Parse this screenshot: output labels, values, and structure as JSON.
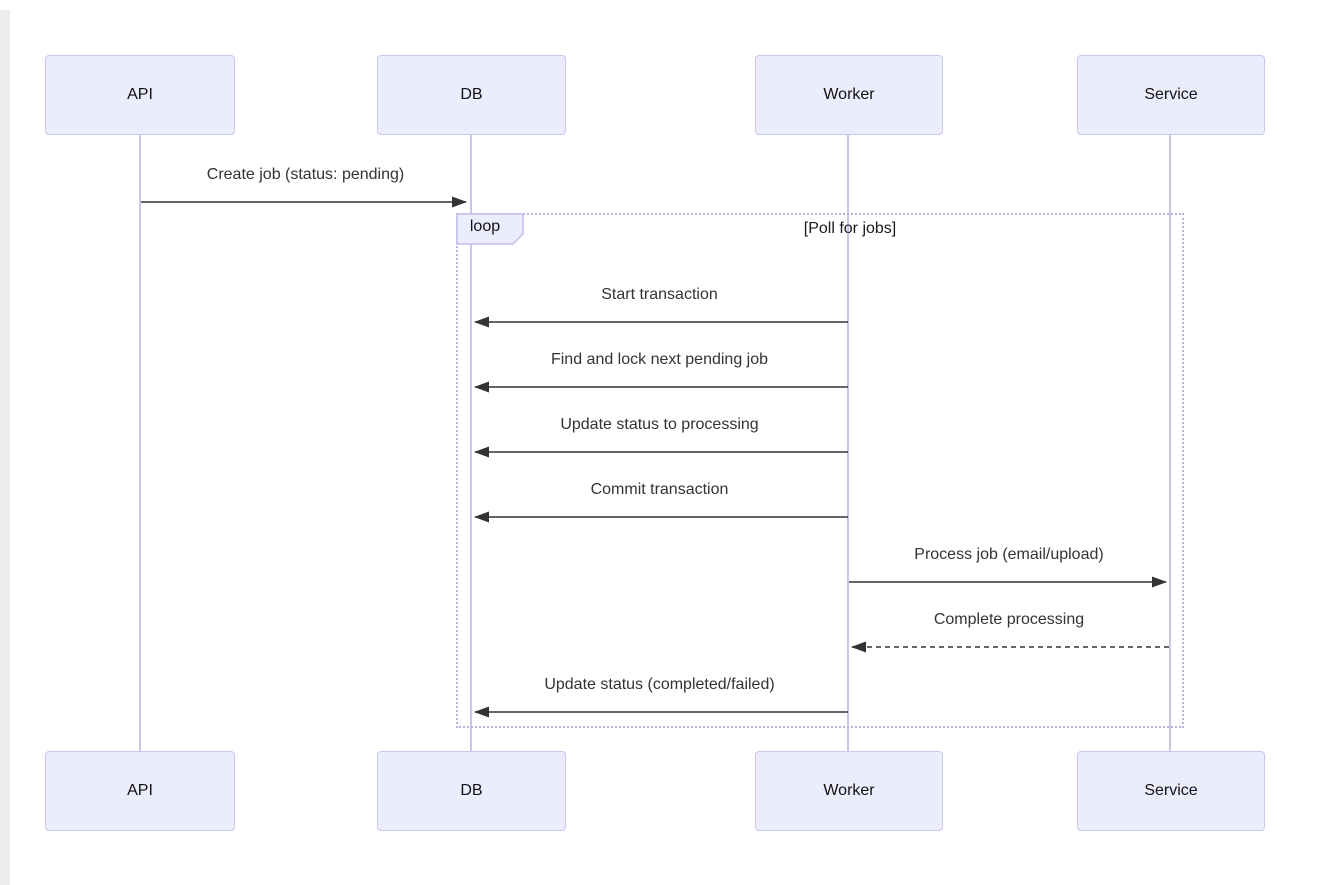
{
  "diagram": {
    "type": "sequence",
    "actors": [
      {
        "id": "api",
        "label": "API"
      },
      {
        "id": "db",
        "label": "DB"
      },
      {
        "id": "worker",
        "label": "Worker"
      },
      {
        "id": "service",
        "label": "Service"
      }
    ],
    "loop": {
      "label": "loop",
      "condition": "[Poll for jobs]"
    },
    "messages": [
      {
        "from": "API",
        "to": "DB",
        "line": "solid",
        "label": "Create job (status: pending)"
      },
      {
        "from": "Worker",
        "to": "DB",
        "line": "solid",
        "label": "Start transaction"
      },
      {
        "from": "Worker",
        "to": "DB",
        "line": "solid",
        "label": "Find and lock next pending job"
      },
      {
        "from": "Worker",
        "to": "DB",
        "line": "solid",
        "label": "Update status to processing"
      },
      {
        "from": "Worker",
        "to": "DB",
        "line": "solid",
        "label": "Commit transaction"
      },
      {
        "from": "Worker",
        "to": "Service",
        "line": "solid",
        "label": "Process job (email/upload)"
      },
      {
        "from": "Service",
        "to": "Worker",
        "line": "dashed",
        "label": "Complete processing"
      },
      {
        "from": "Worker",
        "to": "DB",
        "line": "solid",
        "label": "Update status (completed/failed)"
      }
    ],
    "colors": {
      "actor_fill": "#ececff",
      "actor_border": "#cdc6ee",
      "lifeline": "#cbc5e8",
      "loop_border": "#b9b0e3",
      "arrow": "#333333",
      "message_text": "#333333"
    }
  }
}
